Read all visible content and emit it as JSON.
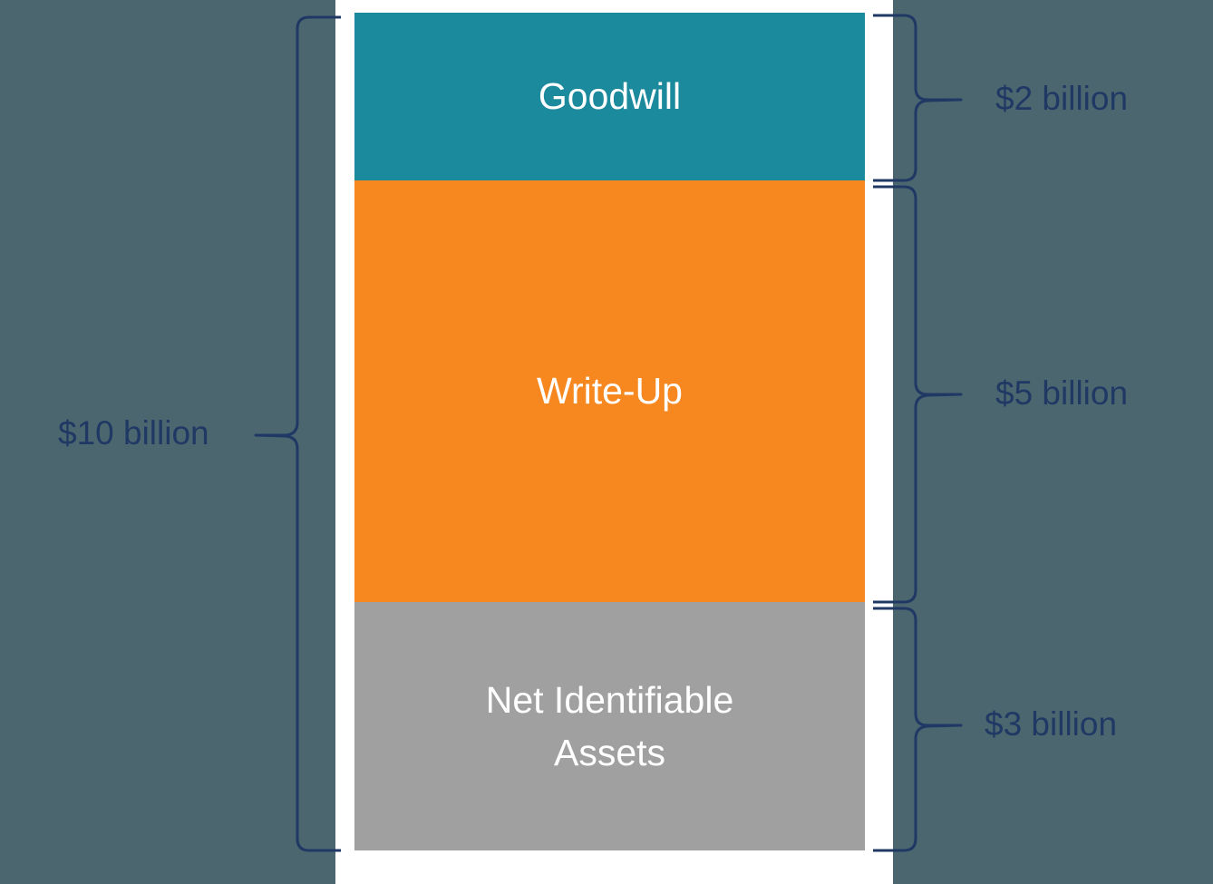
{
  "chart_data": {
    "type": "bar",
    "title": "",
    "subtitle": "",
    "xlabel": "",
    "ylabel": "",
    "orientation": "vertical-stacked",
    "unit": "billion USD",
    "categories": [
      "Goodwill",
      "Write-Up",
      "Net Identifiable Assets"
    ],
    "values": [
      2,
      5,
      3
    ],
    "value_labels": [
      "$2 billion",
      "$5 billion",
      "$3 billion"
    ],
    "total": 10,
    "total_label": "$10 billion",
    "colors": [
      "#1b8a9c",
      "#f7871f",
      "#a0a0a0"
    ],
    "legend": "none",
    "grid": false,
    "ylim": [
      0,
      10
    ],
    "annotations": [
      {
        "side": "left",
        "text": "$10 billion",
        "spans": [
          "Goodwill",
          "Write-Up",
          "Net Identifiable Assets"
        ]
      },
      {
        "side": "right",
        "text": "$2 billion",
        "spans": [
          "Goodwill"
        ]
      },
      {
        "side": "right",
        "text": "$5 billion",
        "spans": [
          "Write-Up"
        ]
      },
      {
        "side": "right",
        "text": "$3 billion",
        "spans": [
          "Net Identifiable Assets"
        ]
      }
    ]
  },
  "segments": {
    "goodwill": {
      "label": "Goodwill"
    },
    "writeup": {
      "label": "Write-Up"
    },
    "assets": {
      "label": "Net Identifiable\nAssets",
      "line1": "Net Identifiable",
      "line2": "Assets"
    }
  },
  "brackets": {
    "total": {
      "label": "$10 billion"
    },
    "goodwill": {
      "label": "$2 billion"
    },
    "writeup": {
      "label": "$5 billion"
    },
    "assets": {
      "label": "$3 billion"
    }
  },
  "colors": {
    "background": "#4c6670",
    "card": "#ffffff",
    "goodwill": "#1b8a9c",
    "writeup": "#f7871f",
    "assets": "#a0a0a0",
    "bracket": "#1f3864",
    "segment_text": "#ffffff"
  }
}
